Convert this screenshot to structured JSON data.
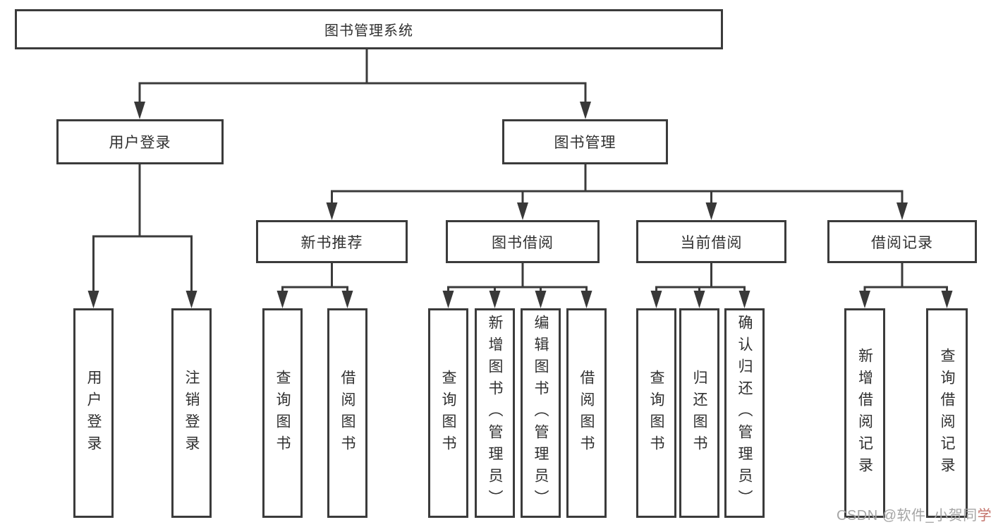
{
  "colors": {
    "box_border": "#3b3b3b",
    "connector_line": "#3b3b3b",
    "text": "#303030",
    "watermark": "#a5a5a5",
    "watermark_accent": "#c4736b"
  },
  "diagram": {
    "root": {
      "label": "图书管理系统"
    },
    "branches": [
      {
        "label": "用户登录",
        "children": [
          {
            "label": "用户登录"
          },
          {
            "label": "注销登录"
          }
        ]
      },
      {
        "label": "图书管理",
        "children": [
          {
            "label": "新书推荐",
            "children": [
              {
                "label": "查询图书"
              },
              {
                "label": "借阅图书"
              }
            ]
          },
          {
            "label": "图书借阅",
            "children": [
              {
                "label": "查询图书"
              },
              {
                "label": "新增图书（管理员）"
              },
              {
                "label": "编辑图书（管理员）"
              },
              {
                "label": "借阅图书"
              }
            ]
          },
          {
            "label": "当前借阅",
            "children": [
              {
                "label": "查询图书"
              },
              {
                "label": "归还图书"
              },
              {
                "label": "确认归还（管理员）"
              }
            ]
          },
          {
            "label": "借阅记录",
            "children": [
              {
                "label": "新增借阅记录"
              },
              {
                "label": "查询借阅记录"
              }
            ]
          }
        ]
      }
    ]
  },
  "watermark": {
    "text_main": "CSDN @软件_小贺同",
    "text_accent": "学"
  }
}
